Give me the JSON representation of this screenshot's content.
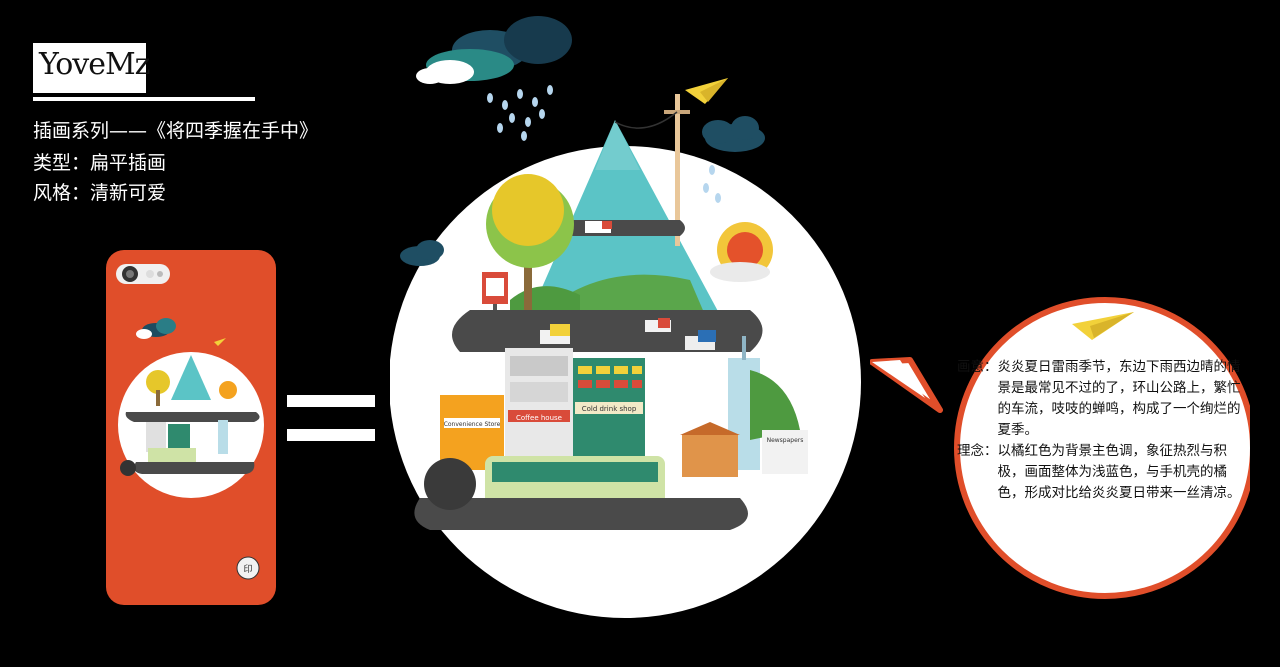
{
  "logo": {
    "text": "YoveMz"
  },
  "series_title": "插画系列——《将四季握在手中》",
  "type_line": "类型：扁平插画",
  "style_line": "风格：清新可爱",
  "shop_signs": {
    "convenience": "Convenience Store",
    "coffee": "Coffee house",
    "cold_drink": "Cold drink shop",
    "newspapers": "Newspapers"
  },
  "description": {
    "meaning_label": "画意：",
    "meaning_text": "炎炎夏日雷雨季节，东边下雨西边晴的情景是最常见不过的了，环山公路上，繁忙的车流，吱吱的蝉鸣，构成了一个绚烂的夏季。",
    "concept_label": "理念：",
    "concept_text": "以橘红色为背景主色调，象征热烈与积极，画面整体为浅蓝色，与手机壳的橘色，形成对比给炎炎夏日带来一丝清凉。"
  },
  "colors": {
    "background": "#000000",
    "phone_case": "#e04e2a",
    "bubble_border": "#e04e2a",
    "sky_blue": "#5bc4c6",
    "road": "#4a4a4a"
  },
  "icons": [
    "paper-plane-icon",
    "cloud-icon",
    "sun-icon",
    "camera-icon",
    "stamp-icon"
  ]
}
